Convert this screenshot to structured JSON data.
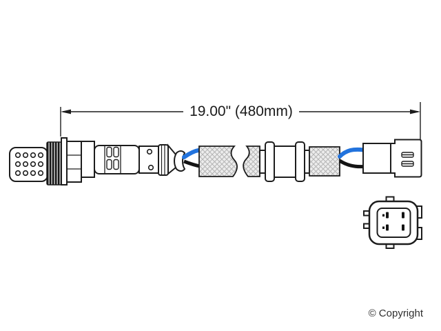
{
  "diagram": {
    "type": "technical-illustration",
    "subject": "oxygen sensor with pigtail cable and 4-pin connector",
    "dimension": {
      "label": "19.00\" (480mm)",
      "inches": 19.0,
      "millimeters": 480
    },
    "copyright": "© Copyright",
    "colors": {
      "line": "#1c1c1c",
      "wire_blue": "#2273dd",
      "wire_black": "#141414",
      "braid_fill": "#ededed",
      "braid_line": "#b4b4b4",
      "thread_dark": "#161616",
      "thread_light": "#f8f8f8",
      "text": "#1a1a1a"
    },
    "features": {
      "tip_vent_hole_rows": 3,
      "tip_vent_hole_cols": 4,
      "connector_pin_count": 4,
      "terminal_slots": 2
    }
  }
}
